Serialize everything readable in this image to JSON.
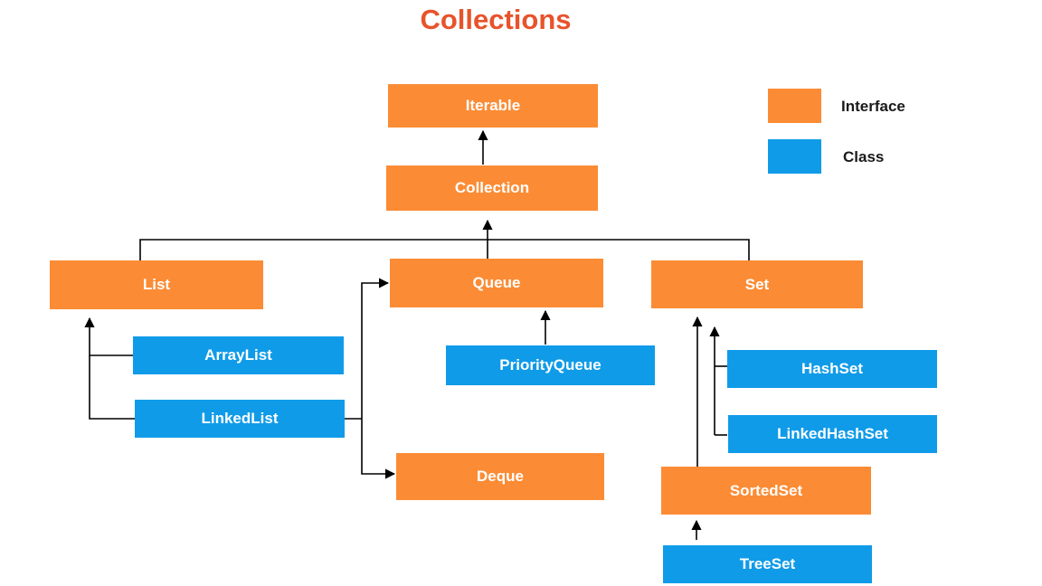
{
  "title": "Collections",
  "legend": {
    "interface_label": "Interface",
    "class_label": "Class",
    "interface_color": "#fb8c35",
    "class_color": "#109be8"
  },
  "nodes": {
    "iterable": "Iterable",
    "collection": "Collection",
    "list": "List",
    "queue": "Queue",
    "set": "Set",
    "arraylist": "ArrayList",
    "linkedlist": "LinkedList",
    "priorityqueue": "PriorityQueue",
    "deque": "Deque",
    "hashset": "HashSet",
    "linkedhashset": "LinkedHashSet",
    "sortedset": "SortedSet",
    "treeset": "TreeSet"
  },
  "edges": [
    {
      "from": "Collection",
      "to": "Iterable"
    },
    {
      "from": "List",
      "to": "Collection"
    },
    {
      "from": "Queue",
      "to": "Collection"
    },
    {
      "from": "Set",
      "to": "Collection"
    },
    {
      "from": "ArrayList",
      "to": "List"
    },
    {
      "from": "LinkedList",
      "to": "List"
    },
    {
      "from": "LinkedList",
      "to": "Queue"
    },
    {
      "from": "LinkedList",
      "to": "Deque"
    },
    {
      "from": "PriorityQueue",
      "to": "Queue"
    },
    {
      "from": "HashSet",
      "to": "Set"
    },
    {
      "from": "LinkedHashSet",
      "to": "Set"
    },
    {
      "from": "SortedSet",
      "to": "Set"
    },
    {
      "from": "TreeSet",
      "to": "SortedSet"
    }
  ]
}
